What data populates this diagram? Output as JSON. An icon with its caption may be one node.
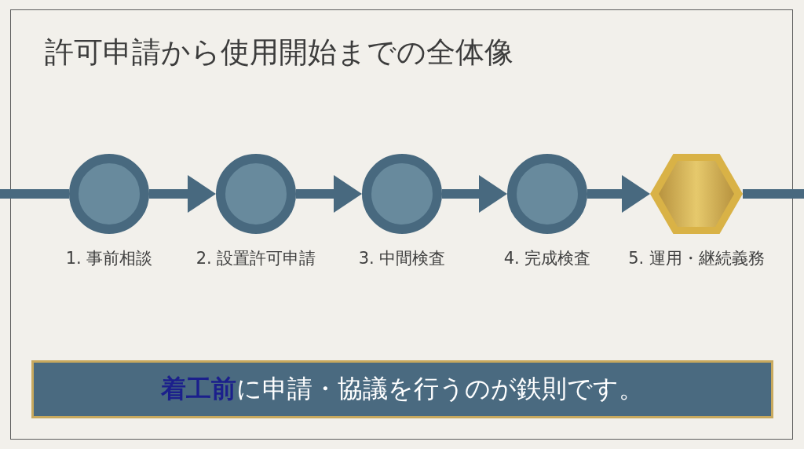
{
  "diagram": {
    "title": "許可申請から使用開始までの全体像",
    "nodes": [
      {
        "text": [],
        "shape": "circle",
        "beside": [
          "1. 事前相談"
        ]
      },
      {
        "text": [],
        "shape": "circle",
        "beside": [
          "2. 設置許可申請"
        ]
      },
      {
        "text": [],
        "shape": "circle",
        "beside": [
          "3. 中間検査"
        ]
      },
      {
        "text": [],
        "shape": "circle",
        "beside": [
          "4. 完成検査"
        ]
      },
      {
        "text": [],
        "shape": "hexagon",
        "beside": [
          "5. 運用・継続義務"
        ]
      },
      {
        "text": [
          "**着工前**に申請・協議を行うのが鉄則です。"
        ]
      }
    ],
    "edges": [
      {
        "from": null,
        "to": 0,
        "arrow": "none"
      },
      {
        "from": 0,
        "to": 1,
        "arrow": "to"
      },
      {
        "from": 1,
        "to": 2,
        "arrow": "to"
      },
      {
        "from": 2,
        "to": 3,
        "arrow": "to"
      },
      {
        "from": 3,
        "to": 4,
        "arrow": "to"
      },
      {
        "from": 4,
        "to": null,
        "arrow": "none"
      }
    ]
  }
}
